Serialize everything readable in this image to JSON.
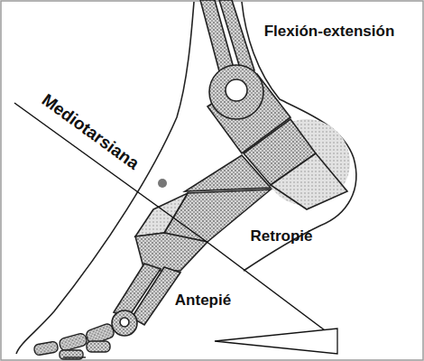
{
  "diagram": {
    "labels": [
      "Flexión-extensión",
      "Mediotarsiana",
      "Retropié",
      "Antepié"
    ]
  }
}
